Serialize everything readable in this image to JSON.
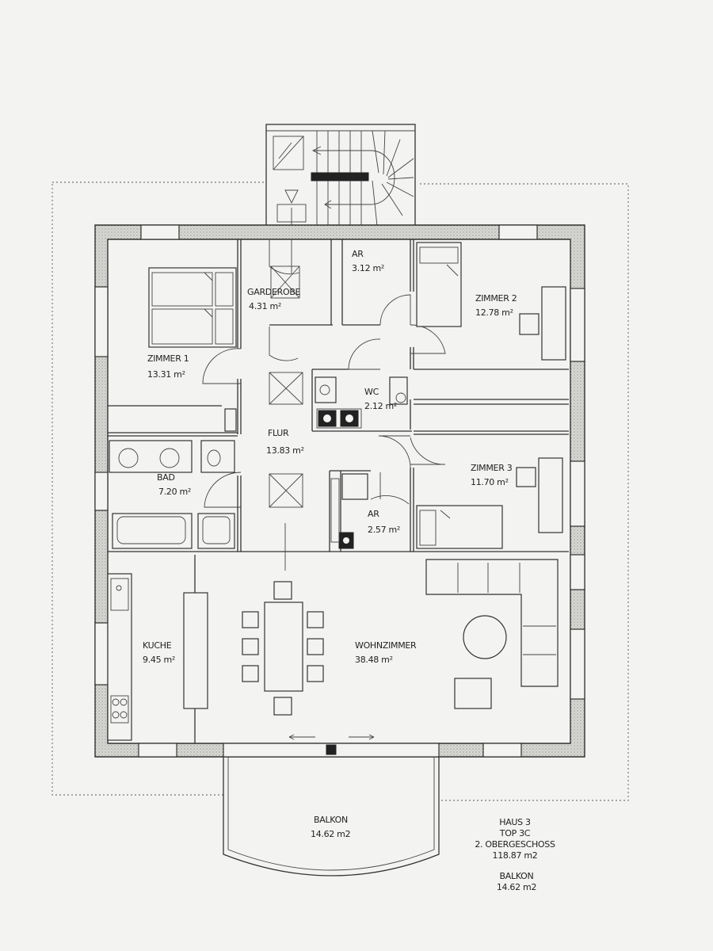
{
  "rooms": {
    "garderobe": {
      "name": "GARDEROBE",
      "area": "4.31 m²"
    },
    "ar_top": {
      "name": "AR",
      "area": "3.12 m²"
    },
    "zimmer2": {
      "name": "ZIMMER 2",
      "area": "12.78 m²"
    },
    "zimmer1": {
      "name": "ZIMMER 1",
      "area": "13.31 m²"
    },
    "wc": {
      "name": "WC",
      "area": "2.12 m²"
    },
    "flur": {
      "name": "FLUR",
      "area": "13.83 m²"
    },
    "bad": {
      "name": "BAD",
      "area": "7.20 m²"
    },
    "zimmer3": {
      "name": "ZIMMER 3",
      "area": "11.70 m²"
    },
    "ar_bottom": {
      "name": "AR",
      "area": "2.57 m²"
    },
    "kuche": {
      "name": "KUCHE",
      "area": "9.45 m²"
    },
    "wohnzimmer": {
      "name": "WOHNZIMMER",
      "area": "38.48 m²"
    },
    "balkon": {
      "name": "BALKON",
      "area": "14.62 m2"
    }
  },
  "info": {
    "house": "HAUS 3",
    "top": "TOP 3C",
    "floor": "2. OBERGESCHOSS",
    "total_area": "118.87 m2",
    "balkon_label": "BALKON",
    "balkon_area": "14.62 m2"
  },
  "colors": {
    "line": "#333333",
    "wall_fill": "#cfcfcb",
    "paper": "#f3f3f1"
  }
}
